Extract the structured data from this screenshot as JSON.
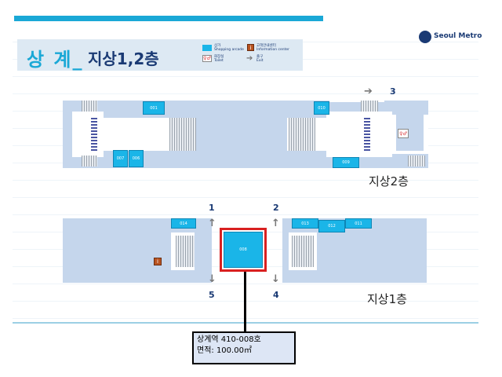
{
  "header": {
    "title_main": "상  계_",
    "title_sub": "지상1,2층",
    "logo_text": "Seoul Metro"
  },
  "legend": {
    "shop_label": "상가",
    "shop_label_en": "Shopping arcade",
    "info_label": "고객안내센터",
    "info_label_en": "Information center",
    "toilet_label": "화장실",
    "toilet_label_en": "Toilet",
    "exit_label": "출구",
    "exit_label_en": "Exit"
  },
  "floor2": {
    "label": "지상2층",
    "shops": [
      "001",
      "010",
      "007",
      "006",
      "009"
    ],
    "exit": "3"
  },
  "floor1": {
    "label": "지상1층",
    "shops": [
      "014",
      "013",
      "012",
      "011"
    ],
    "highlight": "008",
    "exits": [
      "1",
      "2",
      "5",
      "4"
    ]
  },
  "icons": {
    "info": "i",
    "toilet": "♀♂",
    "arrow_up": "↑",
    "arrow_down": "↓",
    "arrow_right": "➔"
  },
  "callout": {
    "line1": "상계역 410-008호",
    "line2": "면적: 100.00㎡"
  },
  "colors": {
    "accent": "#1aa8d6",
    "shop": "#1ab5e8",
    "floor": "#c5d6ec",
    "highlight_border": "#d92020",
    "title": "#1a3a74"
  }
}
